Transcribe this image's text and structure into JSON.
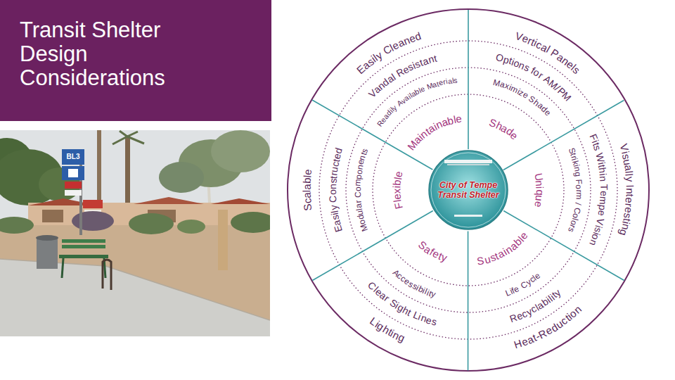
{
  "diagram": {
    "title": "Transit Shelter Design Considerations",
    "nodes": [
      {
        "text": [
          "City of Tempe Transit Shelter"
        ]
      },
      {
        "text": [
          "Maintainable",
          "Readily Available Materials",
          "Vandal Resistant",
          "Easily Cleaned"
        ]
      },
      {
        "text": [
          "Shade",
          "Maximize Shade",
          "Options for AM/PM",
          "Vertical Panels"
        ]
      },
      {
        "text": [
          "Unique",
          "Striking Form / Colors",
          "Fits Within Tempe Vision",
          "Visually Interesting"
        ]
      },
      {
        "text": [
          "Sustainable",
          "Life Cycle",
          "Recyclability",
          "Heat-Reduction"
        ]
      },
      {
        "text": [
          "Safety",
          "Accessibility",
          "Clear Sight Lines",
          "Lighting"
        ]
      },
      {
        "text": [
          "Flexible",
          "Modular Components",
          "Easily Constructed",
          "Scalable"
        ]
      }
    ],
    "labels": [
      "BL3"
    ]
  }
}
